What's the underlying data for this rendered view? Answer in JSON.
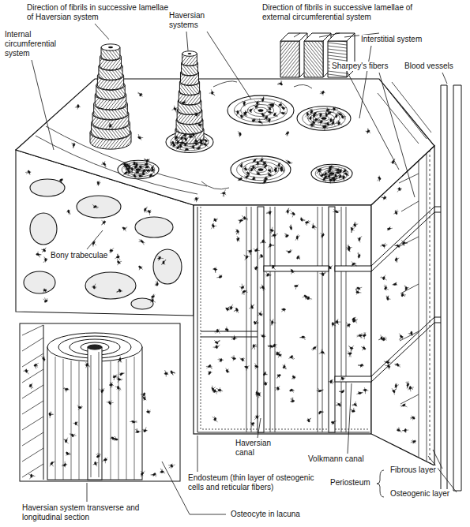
{
  "diagram": {
    "labels": [
      "Direction of fibrils in successive lamellae of Haversian system",
      "Internal circumferential system",
      "Haversian systems",
      "Direction of fibrils in successive lamellae of external circumferential system",
      "Interstitial system",
      "Sharpey's fibers",
      "Blood vessels",
      "Bony trabeculae",
      "Haversian canal",
      "Volkmann canal",
      "Fibrous layer",
      "Periosteum",
      "Osteogenic layer",
      "Endosteum (thin layer of osteogenic cells and reticular fibers)",
      "Haversian system transverse and longitudinal section",
      "Osteocyte in lacuna"
    ]
  }
}
